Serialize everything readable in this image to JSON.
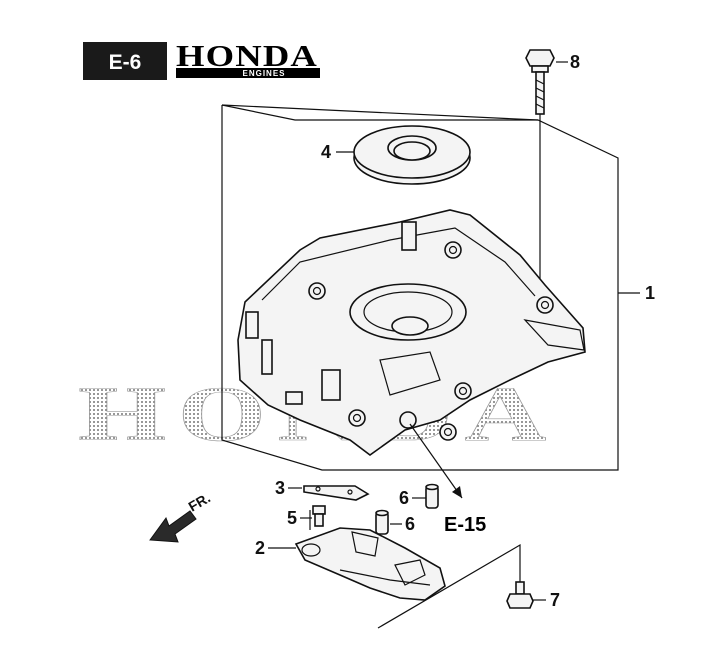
{
  "header": {
    "section_code": "E-6",
    "brand": "HONDA",
    "brand_sub": "ENGINES"
  },
  "watermark": {
    "text": "HONDA"
  },
  "direction": {
    "label": "FR."
  },
  "reference": {
    "label": "E-15"
  },
  "callouts": {
    "c1": "1",
    "c2": "2",
    "c3": "3",
    "c4": "4",
    "c5": "5",
    "c6a": "6",
    "c6b": "6",
    "c7": "7",
    "c8": "8"
  }
}
